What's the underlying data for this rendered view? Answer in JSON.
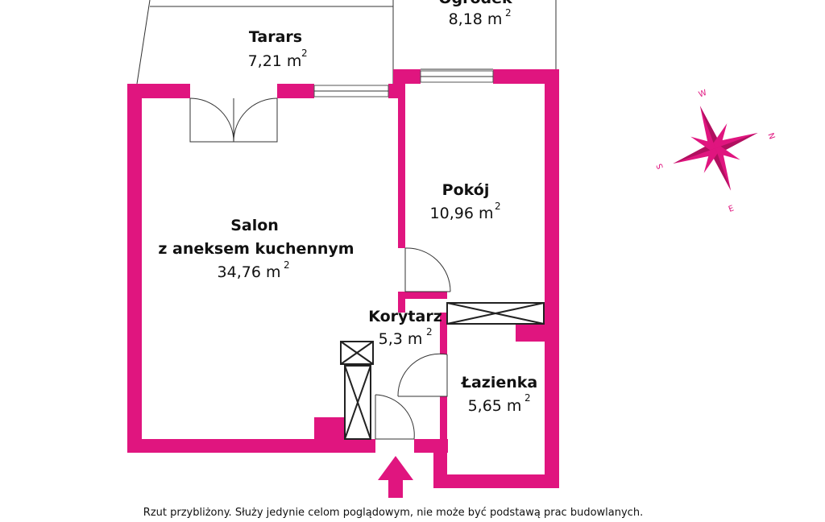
{
  "colors": {
    "wall": "#e0157f",
    "line": "#333333",
    "text": "#111111"
  },
  "rooms": {
    "ogrodek": {
      "name": "Ogródek",
      "area": "8,18 m",
      "unit_exp": "2"
    },
    "tarars": {
      "name": "Tarars",
      "area": "7,21 m",
      "unit_exp": "2"
    },
    "pokoj": {
      "name": "Pokój",
      "area": "10,96 m",
      "unit_exp": "2"
    },
    "salon": {
      "name_line1": "Salon",
      "name_line2": "z aneksem kuchennym",
      "area": "34,76 m",
      "unit_exp": "2"
    },
    "korytarz": {
      "name": "Korytarz",
      "area": "5,3 m",
      "unit_exp": "2"
    },
    "lazienka": {
      "name": "Łazienka",
      "area": "5,65 m",
      "unit_exp": "2"
    }
  },
  "compass": {
    "n": "N",
    "e": "E",
    "s": "S",
    "w": "W",
    "icon": "compass-rose-icon"
  },
  "entrance": {
    "icon": "entrance-arrow-icon"
  },
  "disclaimer": "Rzut przybliżony. Służy jedynie celom poglądowym, nie może być podstawą prac budowlanych."
}
